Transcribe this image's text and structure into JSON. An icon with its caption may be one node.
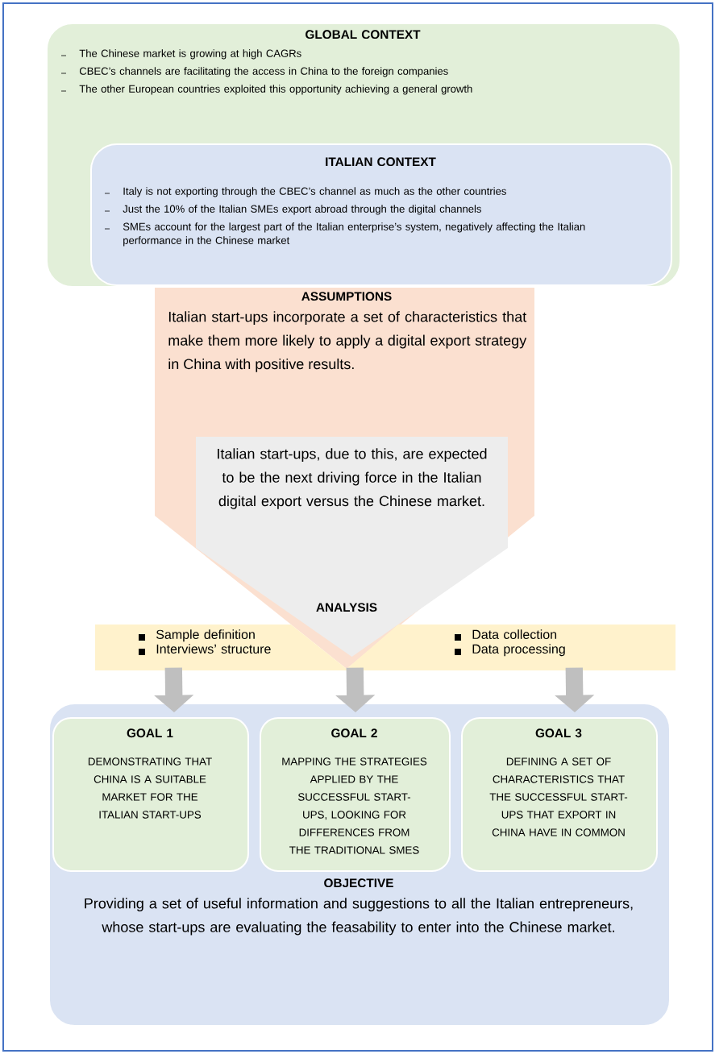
{
  "diagram": {
    "nodes": [
      {
        "text": [
          "GLOBAL CONTEXT",
          "The Chinese market is growing at high CAGRs",
          "CBEC’s channels are facilitating the access in China to the foreign companies",
          "The other European countries exploited this opportunity achieving a general growth"
        ]
      },
      {
        "text": [
          "ITALIAN CONTEXT",
          "Italy is not exporting through the CBEC’s channel as much as the other countries",
          "Just the 10% of the Italian SMEs export abroad through the digital channels",
          "SMEs account for the largest part of the Italian enterprise’s system, negatively affecting the Italian performance in the Chinese market"
        ],
        "in": 0
      },
      {
        "text": [
          "ASSUMPTIONS",
          "Italian start-ups incorporate a set of characteristics that make them more likely to apply a digital export strategy in China with positive results."
        ]
      },
      {
        "text": [
          "Italian start-ups, due to this, are expected to be the next driving force in the Italian digital export versus the Chinese market."
        ],
        "in": 2
      },
      {
        "text": [
          "ANALYSIS",
          "Sample definition",
          "Interviews’ structure",
          "Data collection",
          "Data processing"
        ]
      },
      {
        "text": [
          "OBJECTIVE",
          "Providing a set of useful information and suggestions to all the Italian entrepreneurs, whose start-ups are evaluating the feasability to enter into the Chinese market."
        ]
      },
      {
        "text": [
          "GOAL 1",
          "DEMONSTRATING THAT CHINA IS A SUITABLE MARKET FOR THE ITALIAN START-UPS"
        ],
        "in": 5
      },
      {
        "text": [
          "GOAL 2",
          "MAPPING THE STRATEGIES APPLIED BY THE SUCCESSFUL START-UPS, LOOKING FOR DIFFERENCES FROM THE TRADITIONAL SMES"
        ],
        "in": 5
      },
      {
        "text": [
          "GOAL 3",
          "DEFINING A SET OF CHARACTERISTICS THAT THE SUCCESSFUL START-UPS THAT EXPORT IN CHINA HAVE IN COMMON"
        ],
        "in": 5
      }
    ],
    "edges": [
      {
        "from": 4,
        "to": 6,
        "arrow": "to"
      },
      {
        "from": 4,
        "to": 7,
        "arrow": "to"
      },
      {
        "from": 4,
        "to": 8,
        "arrow": "to"
      }
    ]
  }
}
